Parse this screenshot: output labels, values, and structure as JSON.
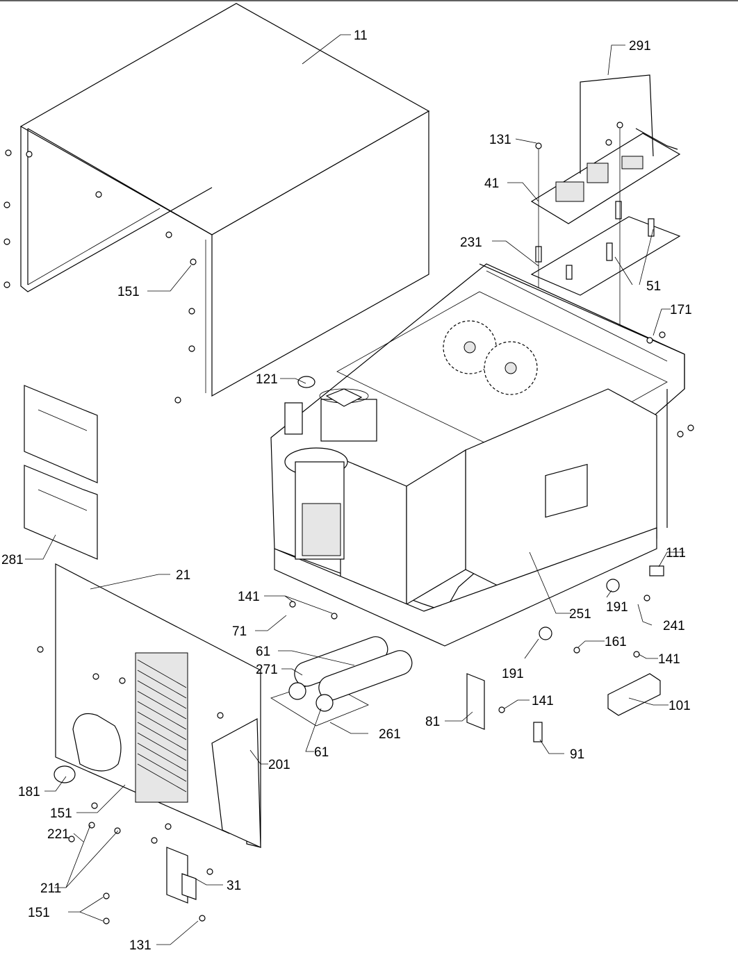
{
  "callouts": [
    {
      "id": "11",
      "text": "11"
    },
    {
      "id": "291",
      "text": "291"
    },
    {
      "id": "131a",
      "text": "131"
    },
    {
      "id": "41",
      "text": "41"
    },
    {
      "id": "231",
      "text": "231"
    },
    {
      "id": "51",
      "text": "51"
    },
    {
      "id": "151a",
      "text": "151"
    },
    {
      "id": "171",
      "text": "171"
    },
    {
      "id": "121",
      "text": "121"
    },
    {
      "id": "281",
      "text": "281"
    },
    {
      "id": "21",
      "text": "21"
    },
    {
      "id": "111",
      "text": "111"
    },
    {
      "id": "141a",
      "text": "141"
    },
    {
      "id": "71",
      "text": "71"
    },
    {
      "id": "251",
      "text": "251"
    },
    {
      "id": "191a",
      "text": "191"
    },
    {
      "id": "241",
      "text": "241"
    },
    {
      "id": "61a",
      "text": "61"
    },
    {
      "id": "271",
      "text": "271"
    },
    {
      "id": "161",
      "text": "161"
    },
    {
      "id": "191b",
      "text": "191"
    },
    {
      "id": "141b",
      "text": "141"
    },
    {
      "id": "141c",
      "text": "141"
    },
    {
      "id": "101",
      "text": "101"
    },
    {
      "id": "81",
      "text": "81"
    },
    {
      "id": "261",
      "text": "261"
    },
    {
      "id": "61b",
      "text": "61"
    },
    {
      "id": "91",
      "text": "91"
    },
    {
      "id": "201",
      "text": "201"
    },
    {
      "id": "181",
      "text": "181"
    },
    {
      "id": "151b",
      "text": "151"
    },
    {
      "id": "221",
      "text": "221"
    },
    {
      "id": "211",
      "text": "211"
    },
    {
      "id": "31",
      "text": "31"
    },
    {
      "id": "151c",
      "text": "151"
    },
    {
      "id": "131b",
      "text": "131"
    }
  ]
}
